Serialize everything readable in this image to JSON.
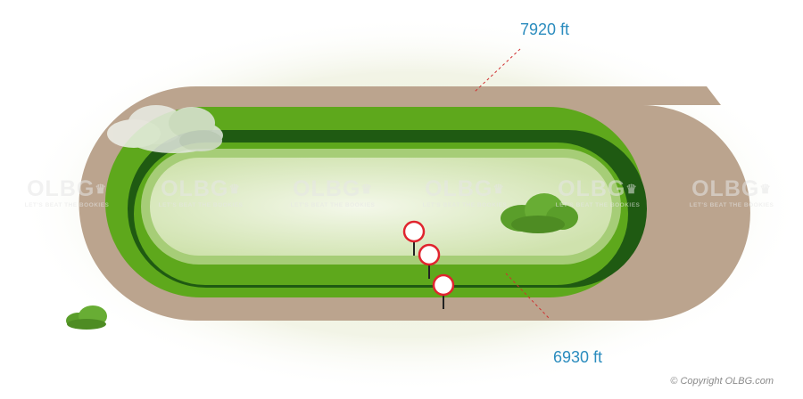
{
  "labels": {
    "outer_track_distance": "7920 ft",
    "inner_track_distance": "6930 ft"
  },
  "copyright": "© Copyright OLBG.com",
  "watermark": {
    "brand": "OLBG",
    "crown": "♛",
    "tagline": "LET'S BEAT THE BOOKIES"
  },
  "colors": {
    "dirt_track": "#bba48e",
    "turf_track": "#5ea81c",
    "turf_rail": "#1f5a12",
    "infield": "#dce9c2",
    "label": "#2b8cbe",
    "pole_ring": "#e0242e",
    "bush": "#5ea22a"
  },
  "distance_poles": [
    "pole-1",
    "pole-2",
    "pole-3"
  ]
}
